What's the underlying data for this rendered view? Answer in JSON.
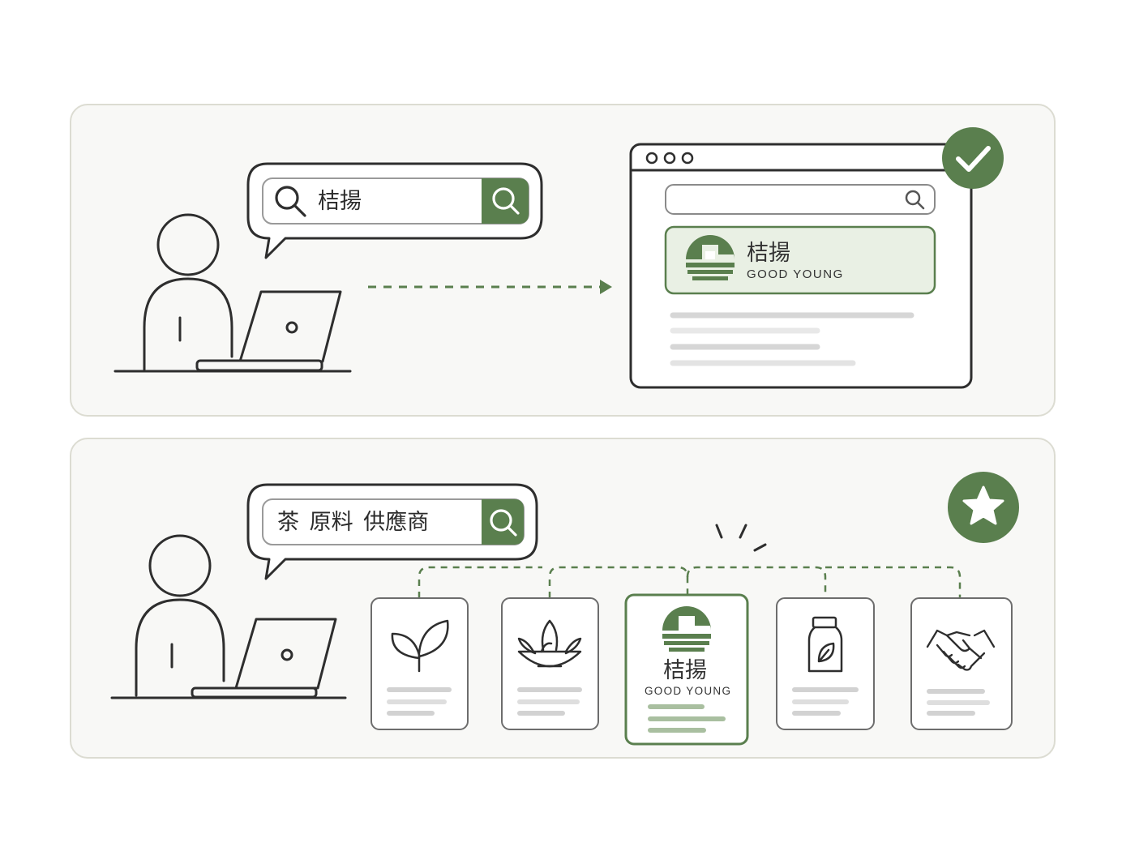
{
  "colors": {
    "accent": "#5a7f4e",
    "accent_light": "#e9f0e4",
    "line": "#2e2e2e",
    "panel_bg": "#f8f8f6",
    "placeholder_bar": "#d9d9d9"
  },
  "scene1": {
    "search_query": "桔揚",
    "result": {
      "name_zh": "桔揚",
      "name_en": "GOOD YOUNG"
    },
    "status_icon": "check-icon"
  },
  "scene2": {
    "search_query": "茶 原料 供應商",
    "status_icon": "star-icon",
    "cards": [
      {
        "icon": "sprout-icon"
      },
      {
        "icon": "tea-bowl-icon"
      },
      {
        "icon": "brand-logo-icon",
        "name_zh": "桔揚",
        "name_en": "GOOD YOUNG",
        "highlighted": true
      },
      {
        "icon": "bottle-icon"
      },
      {
        "icon": "handshake-icon"
      }
    ]
  }
}
